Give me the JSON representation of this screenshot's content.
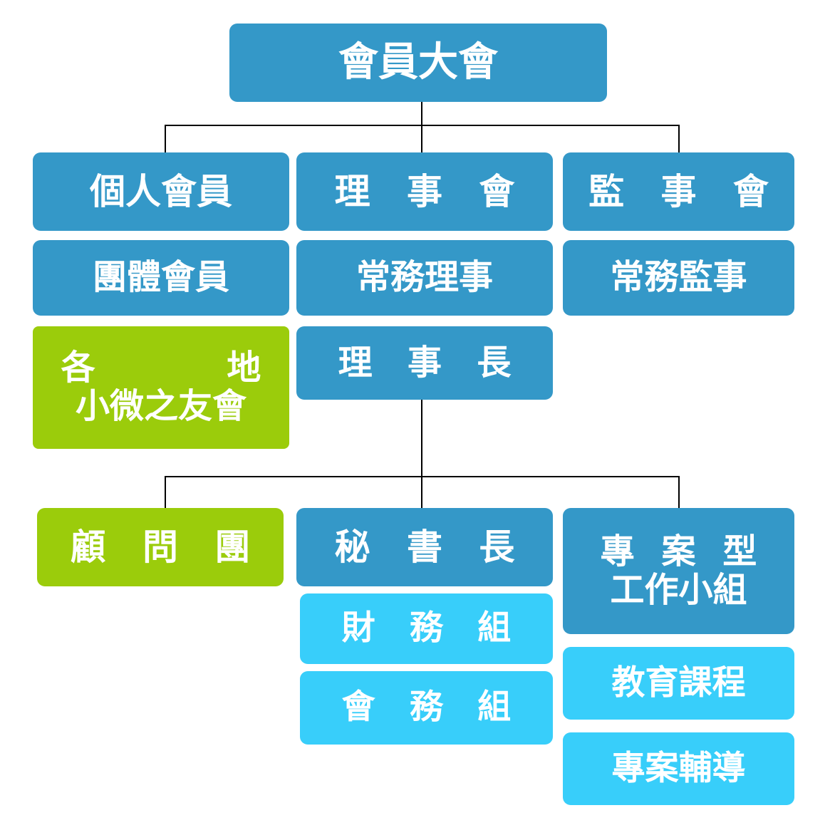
{
  "chart_data": {
    "type": "diagram",
    "title": "組織架構圖",
    "colors": {
      "blue": "#3498C8",
      "cyan": "#38CEFA",
      "green": "#9BCC0B",
      "connector": "#000000",
      "text": "#FFFFFF",
      "background": "#FFFFFF"
    },
    "nodes": [
      {
        "id": "assembly",
        "label": "會員大會",
        "color": "blue",
        "level": 0
      },
      {
        "id": "individual",
        "label": "個人會員",
        "color": "blue",
        "level": 1
      },
      {
        "id": "group-member",
        "label": "團體會員",
        "color": "blue",
        "level": 2
      },
      {
        "id": "friends",
        "label": "各 地 / 小微之友會",
        "color": "green",
        "level": 3
      },
      {
        "id": "board",
        "label": "理 事 會",
        "color": "blue",
        "level": 1
      },
      {
        "id": "standing-dir",
        "label": "常務理事",
        "color": "blue",
        "level": 2
      },
      {
        "id": "chairman",
        "label": "理 事 長",
        "color": "blue",
        "level": 3
      },
      {
        "id": "supervisors",
        "label": "監 事 會",
        "color": "blue",
        "level": 1
      },
      {
        "id": "standing-sup",
        "label": "常務監事",
        "color": "blue",
        "level": 2
      },
      {
        "id": "advisory",
        "label": "顧 問 團",
        "color": "green",
        "level": 4
      },
      {
        "id": "secretary",
        "label": "秘 書 長",
        "color": "blue",
        "level": 4
      },
      {
        "id": "finance",
        "label": "財 務 組",
        "color": "cyan",
        "level": 5
      },
      {
        "id": "affairs",
        "label": "會 務 組",
        "color": "cyan",
        "level": 6
      },
      {
        "id": "taskforce",
        "label": "專 案 型 / 工作小組",
        "color": "blue",
        "level": 4
      },
      {
        "id": "education",
        "label": "教育課程",
        "color": "cyan",
        "level": 5
      },
      {
        "id": "consulting",
        "label": "專案輔導",
        "color": "cyan",
        "level": 6
      }
    ],
    "edges": [
      {
        "from": "assembly",
        "to": "individual"
      },
      {
        "from": "assembly",
        "to": "board"
      },
      {
        "from": "assembly",
        "to": "supervisors"
      },
      {
        "from": "chairman",
        "to": "advisory"
      },
      {
        "from": "chairman",
        "to": "secretary"
      },
      {
        "from": "chairman",
        "to": "taskforce"
      }
    ]
  },
  "nodes": {
    "assembly": {
      "label": "會員大會"
    },
    "individual": {
      "label": "個人會員"
    },
    "group_member": {
      "label": "團體會員"
    },
    "friends": {
      "line1_char1": "各",
      "line1_char2": "地",
      "line2": "小微之友會"
    },
    "board": {
      "label": "理 事 會"
    },
    "standing_dir": {
      "label": "常務理事"
    },
    "chairman": {
      "label": "理 事 長"
    },
    "supervisors": {
      "label": "監 事 會"
    },
    "standing_sup": {
      "label": "常務監事"
    },
    "advisory": {
      "label": "顧 問 團"
    },
    "secretary": {
      "label": "秘 書 長"
    },
    "finance": {
      "label": "財 務 組"
    },
    "affairs": {
      "label": "會 務 組"
    },
    "taskforce": {
      "line1": "專 案 型",
      "line2": "工作小組"
    },
    "education": {
      "label": "教育課程"
    },
    "consulting": {
      "label": "專案輔導"
    }
  }
}
